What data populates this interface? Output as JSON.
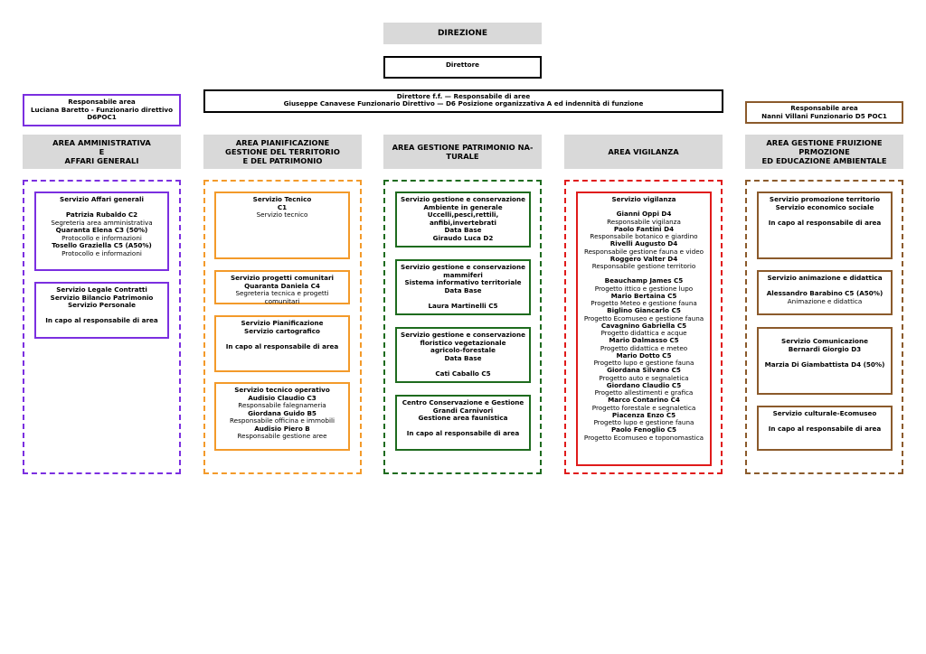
{
  "colors": {
    "amministrativa": "#7b2fe0",
    "pianificazione": "#f39a2a",
    "patrimonio": "#1e6b1e",
    "vigilanza": "#e01b1b",
    "fruizione": "#8b5a2b",
    "header_grey": "#d9d9d9"
  },
  "top": {
    "direzione": "DIREZIONE",
    "direttore": "Direttore",
    "direttore_ff_line1": "Direttore f.f. — Responsabile di aree",
    "direttore_ff_line2": "Giuseppe Canavese  Funzionario  Direttivo — D6 Posizione organizzativa A ed indennità di funzione",
    "resp_left_line1": "Responsabile area",
    "resp_left_line2": "Luciana Baretto  - Funzionario direttivo",
    "resp_left_line3": "D6POC1",
    "resp_right_line1": "Responsabile area",
    "resp_right_line2": "Nanni Villani  Funzionario D5 POC1"
  },
  "areas": [
    {
      "line1": "AREA AMMINISTRATIVA",
      "line2": "E",
      "line3": "AFFARI GENERALI"
    },
    {
      "line1": "AREA PIANIFICAZIONE",
      "line2": "GESTIONE DEL TERRITORIO",
      "line3": "E DEL PATRIMONIO"
    },
    {
      "line1": "AREA GESTIONE PATRIMONIO NA-",
      "line2": "TURALE",
      "line3": ""
    },
    {
      "line1": "AREA VIGILANZA",
      "line2": "",
      "line3": ""
    },
    {
      "line1": "AREA GESTIONE FRUIZIONE",
      "line2": "PRMOZIONE",
      "line3": "ED EDUCAZIONE AMBIENTALE"
    }
  ],
  "col1": {
    "box1": [
      "Servizio Affari generali",
      "Patrizia Rubaldo C2",
      "Segreteria area amministrativa",
      "Quaranta Elena C3 (50%)",
      "Protocollo e informazioni",
      "Tosello Graziella C5 (A50%)",
      "Protocollo e informazioni"
    ],
    "box2": [
      "Servizio Legale Contratti",
      "Servizio Bilancio Patrimonio",
      "Servizio Personale",
      "In capo al responsabile di area"
    ]
  },
  "col2": {
    "box1": [
      "Servizio Tecnico",
      "C1",
      "Servizio tecnico"
    ],
    "box2": [
      "Servizio progetti comunitari",
      "Quaranta Daniela C4",
      "Segreteria tecnica e progetti comunitari"
    ],
    "box3": [
      "Servizio Pianificazione",
      "Servizio cartografico",
      "In capo al responsabile di area"
    ],
    "box4": [
      "Servizio tecnico operativo",
      "Audisio Claudio C3",
      "Responsabile falegnameria",
      "Giordana Guido  B5",
      "Responsabile officina e immobili",
      "Audisio Piero B",
      "Responsabile gestione aree"
    ]
  },
  "col3": {
    "box1": [
      "Servizio gestione e conservazione",
      "Ambiente in generale",
      "Uccelli,pesci,rettili,",
      "anfibi,invertebrati",
      "Data Base",
      "Giraudo Luca D2"
    ],
    "box2": [
      "Servizio gestione e conservazione",
      "mammiferi",
      "Sistema informativo territoriale",
      "Data Base",
      "Laura Martinelli  C5"
    ],
    "box3": [
      "Servizio gestione e conservazione",
      "floristico vegetazionale",
      "agricolo-forestale",
      "Data Base",
      "Cati Caballo C5"
    ],
    "box4": [
      "Centro Conservazione e Gestione",
      "Grandi Carnivori",
      "Gestione area faunistica",
      "In capo al responsabile di area"
    ]
  },
  "col4": {
    "title": "Servizio vigilanza",
    "people": [
      {
        "name": "Gianni Oppi D4",
        "role": "Responsabile vigilanza"
      },
      {
        "name": "Paolo Fantini D4",
        "role": "Responsabile botanico e giardino"
      },
      {
        "name": "Rivelli Augusto D4",
        "role": "Responsabile gestione fauna e video"
      },
      {
        "name": "Roggero Valter D4",
        "role": "Responsabile gestione territorio"
      },
      {
        "name": "Beauchamp James C5",
        "role": "Progetto ittico e gestione lupo"
      },
      {
        "name": "Mario Bertaina C5",
        "role": "Progetto Meteo e gestione fauna"
      },
      {
        "name": "Biglino Giancarlo C5",
        "role": "Progetto Ecomuseo e gestione fauna"
      },
      {
        "name": "Cavagnino Gabriella C5",
        "role": "Progetto didattica e acque"
      },
      {
        "name": "Mario Dalmasso C5",
        "role": "Progetto didattica e meteo"
      },
      {
        "name": "Mario Dotto C5",
        "role": "Progetto lupo e gestione fauna"
      },
      {
        "name": "Giordana Silvano C5",
        "role": "Progetto auto e segnaletica"
      },
      {
        "name": "Giordano Claudio C5",
        "role": "Progetto allestimenti e grafica"
      },
      {
        "name": "Marco Contarino C4",
        "role": "Progetto forestale e segnaletica"
      },
      {
        "name": "Piacenza Enzo C5",
        "role": "Progetto lupo e gestione fauna"
      },
      {
        "name": "Paolo Fenoglio C5",
        "role": "Progetto Ecomuseo e toponomastica"
      }
    ]
  },
  "col5": {
    "box1": [
      "Servizio promozione territorio",
      "Servizio economico sociale",
      "In capo al responsabile di area"
    ],
    "box2": [
      "Servizio animazione e didattica",
      "Alessandro Barabino C5 (A50%)",
      "Animazione e didattica"
    ],
    "box3": [
      "Servizio Comunicazione",
      "Bernardi Giorgio D3",
      "Marzia Di Giambattista D4 (50%)"
    ],
    "box4": [
      "Servizio culturale-Ecomuseo",
      "In capo al responsabile di area"
    ]
  }
}
